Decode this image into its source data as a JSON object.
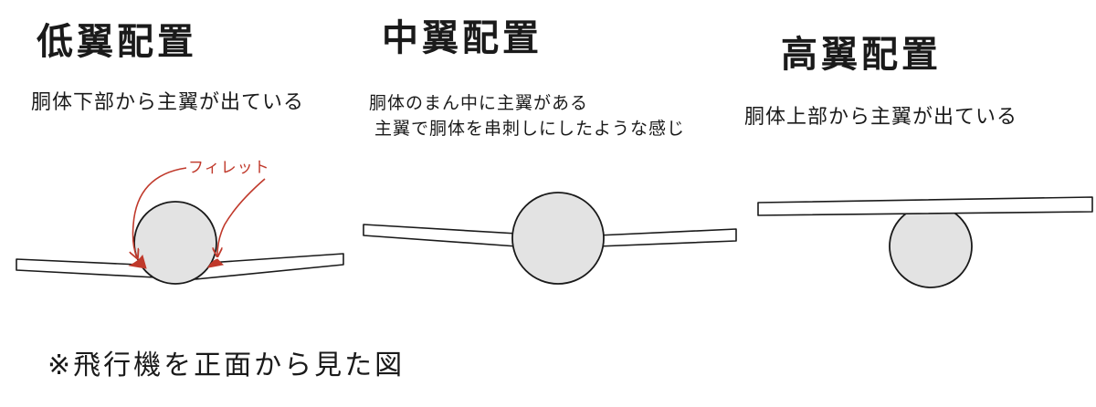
{
  "panels": {
    "low": {
      "title": "低翼配置",
      "description": "胴体下部から主翼が出ている",
      "annotation": "フィレット"
    },
    "mid": {
      "title": "中翼配置",
      "description_line1": "胴体のまん中に主翼がある",
      "description_line2": "主翼で胴体を串刺しにしたような感じ"
    },
    "high": {
      "title": "高翼配置",
      "description": "胴体上部から主翼が出ている"
    }
  },
  "footnote": "※飛行機を正面から見た図",
  "colors": {
    "ink": "#1a1a1a",
    "fuselage_fill": "#e3e3e3",
    "fillet": "#c0392b"
  }
}
